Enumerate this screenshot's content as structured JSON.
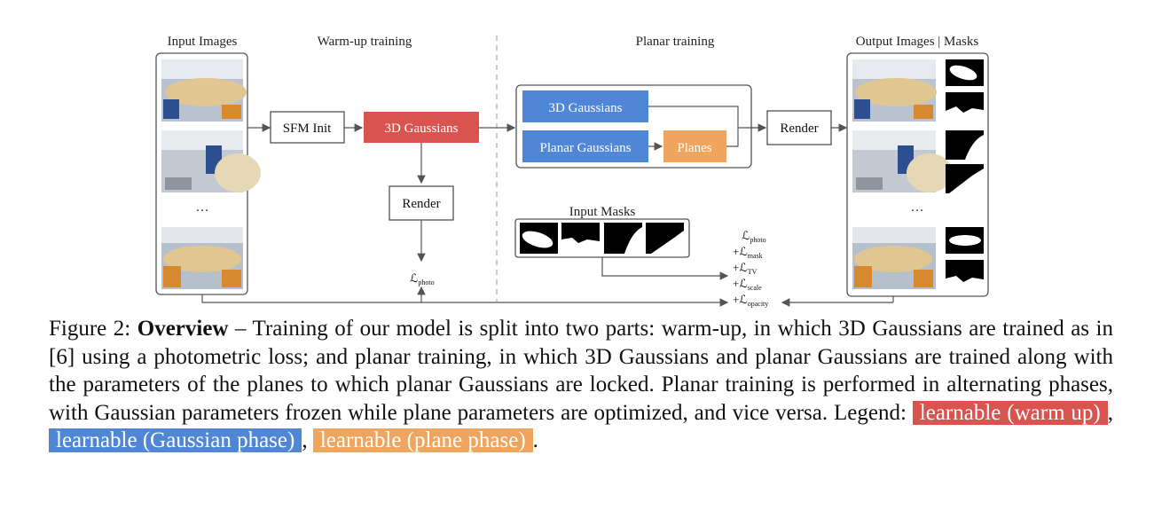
{
  "columns": {
    "input_images": "Input Images",
    "warmup": "Warm-up training",
    "planar": "Planar training",
    "output": "Output Images | Masks"
  },
  "boxes": {
    "sfm_init": "SFM Init",
    "gaussians_warmup": "3D Gaussians",
    "render_warmup": "Render",
    "gaussians_planar": "3D Gaussians",
    "planar_gaussians": "Planar Gaussians",
    "planes": "Planes",
    "render_planar": "Render",
    "input_masks": "Input Masks"
  },
  "ellipsis": "…",
  "losses": {
    "warmup": {
      "symbol": "ℒ",
      "sub": "photo"
    },
    "planar": [
      {
        "prefix": "",
        "symbol": "ℒ",
        "sub": "photo"
      },
      {
        "prefix": "+",
        "symbol": "ℒ",
        "sub": "mask"
      },
      {
        "prefix": "+",
        "symbol": "ℒ",
        "sub": "TV"
      },
      {
        "prefix": "+",
        "symbol": "ℒ",
        "sub": "scale"
      },
      {
        "prefix": "+",
        "symbol": "ℒ",
        "sub": "opacity"
      }
    ]
  },
  "colors": {
    "warmup_learnable": "#d9534f",
    "gaussian_phase": "#4f86d6",
    "plane_phase": "#efa55e"
  },
  "caption": {
    "lead": "Figure 2: ",
    "bold": "Overview",
    "body": " – Training of our model is split into two parts: warm-up, in which 3D Gaussians are trained as in [6] using a photometric loss; and planar training, in which 3D Gaussians and planar Gaussians are trained along with the parameters of the planes to which planar Gaussians are locked. Planar training is performed in alternating phases, with Gaussian parameters frozen while plane parameters are optimized, and vice versa. Legend: ",
    "legend": [
      "learnable (warm up)",
      "learnable (Gaussian phase)",
      "learnable (plane phase)"
    ],
    "sep1": ", ",
    "sep2": ", ",
    "end": "."
  }
}
